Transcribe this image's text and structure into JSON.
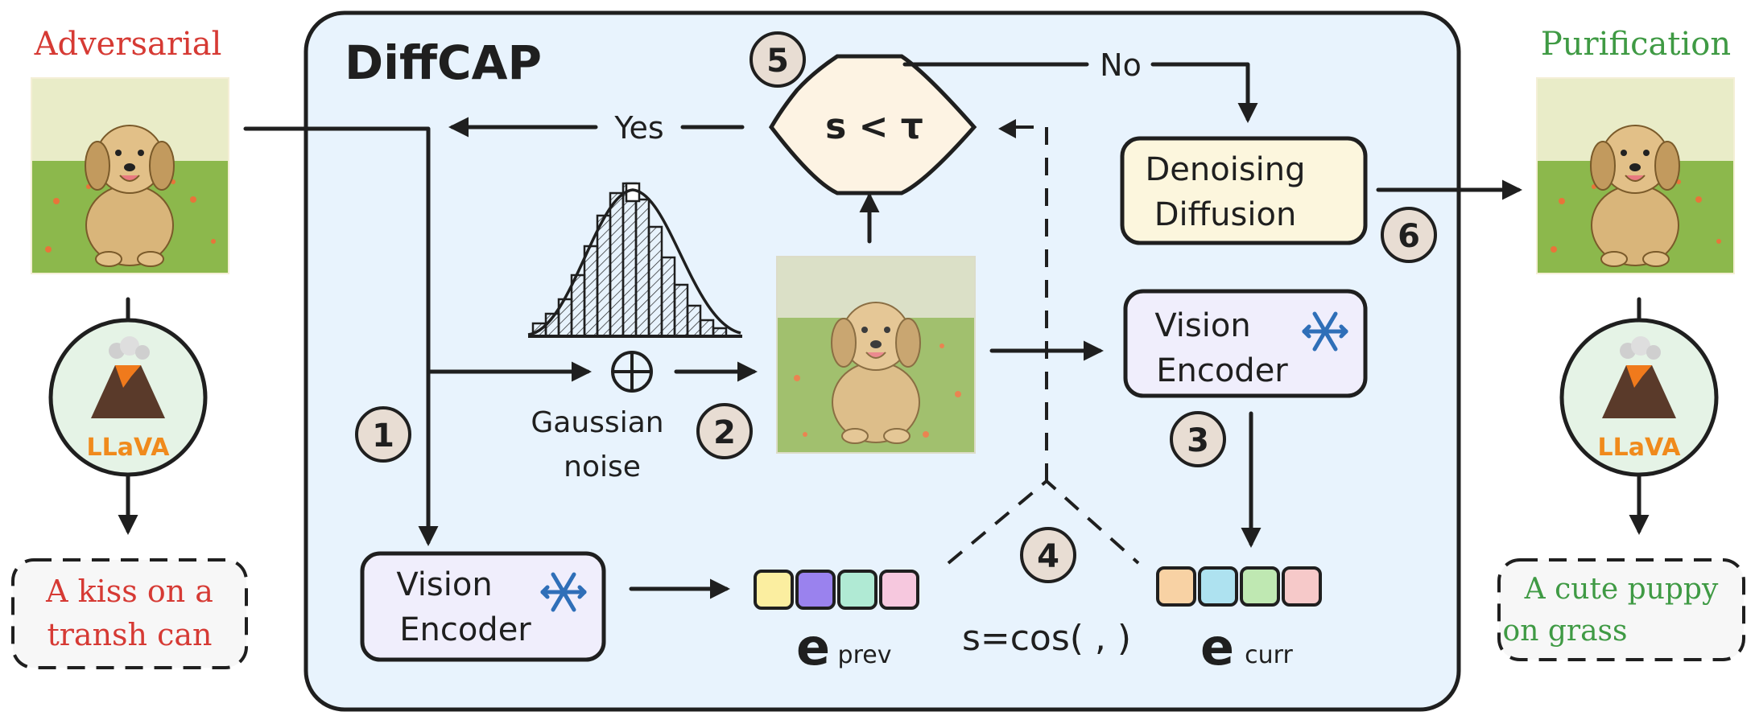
{
  "colors": {
    "panel_fill": "#e8f3fd",
    "adversarial_red": "#d63a34",
    "purification_green": "#3f9a44",
    "llava_orange": "#f08a1c",
    "encoder_fill": "#f0eefc",
    "diffusion_fill": "#fcf6dd",
    "diamond_fill": "#fdf3e3",
    "snowflake_blue": "#2f6fb8",
    "step_circle_fill": "#e8ddd3",
    "grass_green": "#8cb84c",
    "puppy_tan": "#d9b57a"
  },
  "left": {
    "title": "Adversarial",
    "image_icon": "puppy-image-icon",
    "model_icon": "volcano-icon",
    "model_label": "LLaVA",
    "output_line1": "A kiss on a",
    "output_line2": "transh can"
  },
  "right": {
    "title": "Purification",
    "image_icon": "puppy-image-icon",
    "model_icon": "volcano-icon",
    "model_label": "LLaVA",
    "output_line1": "A cute puppy",
    "output_line2": "on grass"
  },
  "panel": {
    "title": "DiffCAP",
    "decision": "s < τ",
    "yes_label": "Yes",
    "no_label": "No",
    "diffusion_line1": "Denoising",
    "diffusion_line2": "Diffusion",
    "encoder_line1": "Vision",
    "encoder_line2": "Encoder",
    "encoder_icon": "snowflake-icon",
    "noise_line1": "Gaussian",
    "noise_line2": "noise",
    "plus_icon": "circled-plus-icon",
    "histogram_icon": "gaussian-histogram-icon",
    "noisy_image_icon": "noisy-puppy-image-icon",
    "e_prev_main": "e",
    "e_prev_sub": "prev",
    "e_curr_main": "e",
    "e_curr_sub": "curr",
    "similarity": "s=cos( , )",
    "e_prev_colors": [
      "#fbeea0",
      "#9a82ee",
      "#b0ead4",
      "#f6c8de"
    ],
    "e_curr_colors": [
      "#f8d2a4",
      "#aee2f0",
      "#bfe8b2",
      "#f6c9c9"
    ]
  },
  "steps": [
    "1",
    "2",
    "3",
    "4",
    "5",
    "6"
  ]
}
